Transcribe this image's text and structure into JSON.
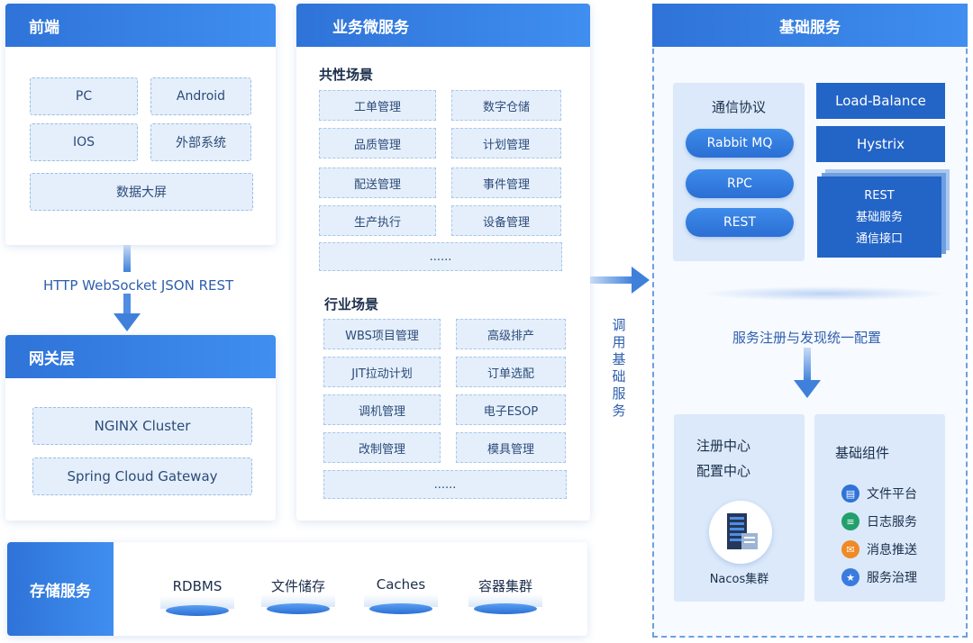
{
  "frontend": {
    "title": "前端",
    "items": [
      "PC",
      "Android",
      "IOS",
      "外部系统",
      "数据大屏"
    ]
  },
  "arrow_label": "HTTP WebSocket JSON REST",
  "gateway": {
    "title": "网关层",
    "items": [
      "NGINX Cluster",
      "Spring Cloud Gateway"
    ]
  },
  "storage": {
    "title": "存储服务",
    "items": [
      "RDBMS",
      "文件储存",
      "Caches",
      "容器集群"
    ]
  },
  "biz": {
    "title": "业务微服务",
    "common_title": "共性场景",
    "common_items": [
      "工单管理",
      "数字仓储",
      "品质管理",
      "计划管理",
      "配送管理",
      "事件管理",
      "生产执行",
      "设备管理",
      "......"
    ],
    "industry_title": "行业场景",
    "industry_items": [
      "WBS项目管理",
      "高级排产",
      "JIT拉动计划",
      "订单选配",
      "调机管理",
      "电子ESOP",
      "改制管理",
      "模具管理",
      "......"
    ]
  },
  "call_label": [
    "调",
    "用",
    "基",
    "础",
    "服",
    "务"
  ],
  "base": {
    "title": "基础服务",
    "protocol_title": "通信协议",
    "protocols": [
      "Rabbit MQ",
      "RPC",
      "REST"
    ],
    "load_balance": "Load-Balance",
    "hystrix": "Hystrix",
    "rest_stack": [
      "REST",
      "基础服务",
      "通信接口"
    ],
    "registry_label": "服务注册与发现统一配置",
    "registry_center": "注册中心",
    "config_center": "配置中心",
    "nacos": "Nacos集群",
    "components_title": "基础组件",
    "components": [
      {
        "label": "文件平台",
        "icon": "folder-icon",
        "color": "#2f73d8"
      },
      {
        "label": "日志服务",
        "icon": "log-icon",
        "color": "#22a06b"
      },
      {
        "label": "消息推送",
        "icon": "message-icon",
        "color": "#f08a24"
      },
      {
        "label": "服务治理",
        "icon": "star-icon",
        "color": "#3a7be0"
      }
    ]
  }
}
